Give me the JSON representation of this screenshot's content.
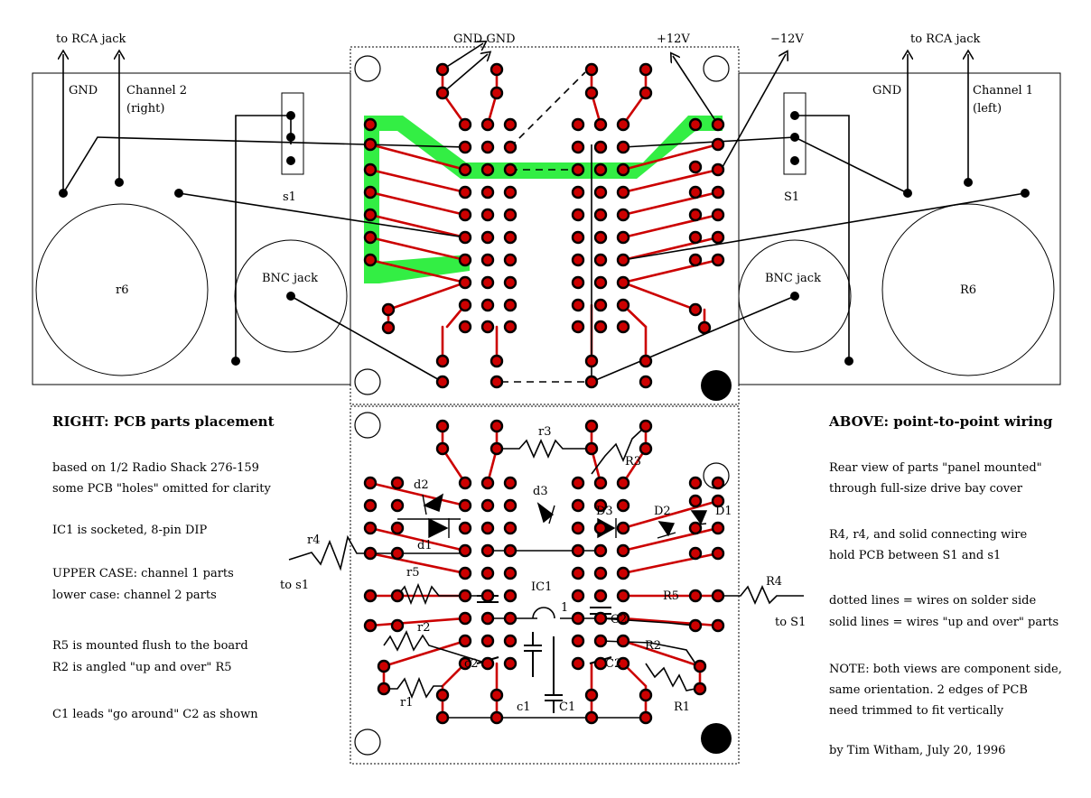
{
  "diagram": {
    "labels": {
      "to_rca_left": "to RCA jack",
      "to_rca_right": "to RCA jack",
      "gnd_left": "GND",
      "channel2": "Channel 2",
      "channel2_sub": "(right)",
      "gnd_right": "GND",
      "channel1": "Channel 1",
      "channel1_sub": "(left)",
      "gnd_gnd": "GND GND",
      "plus12": "+12V",
      "minus12": "−12V",
      "s1_lower": "s1",
      "s1_upper": "S1",
      "r6_lower": "r6",
      "r6_upper": "R6",
      "bnc_left": "BNC jack",
      "bnc_right": "BNC jack",
      "r3_lower": "r3",
      "r3_upper": "R3",
      "d2_lower": "d2",
      "d1_lower": "d1",
      "d3_lower": "d3",
      "d3_upper": "D3",
      "d2_upper": "D2",
      "d1_upper": "D1",
      "r4_lower": "r4",
      "to_s1_lower": "to s1",
      "r5_lower": "r5",
      "ic1": "IC1",
      "pin1": "1",
      "r5_upper": "R5",
      "c2_upper": "C2",
      "r2_lower": "r2",
      "r2_upper": "R2",
      "c2_lower": "c2",
      "cc2": "C2",
      "c1_lower": "c1",
      "c1_upper": "C1",
      "r1_lower": "r1",
      "r1_upper": "R1",
      "r4_upper": "R4",
      "to_s1_upper": "to S1"
    },
    "left_notes": {
      "heading": "RIGHT: PCB parts placement",
      "lines": [
        "based on 1/2 Radio Shack 276-159",
        "some PCB \"holes\" omitted for clarity",
        "IC1 is socketed, 8-pin DIP",
        "UPPER CASE: channel 1 parts",
        "lower case: channel 2 parts",
        "R5 is mounted flush to the board",
        "R2 is angled \"up and over\" R5",
        "C1 leads \"go around\" C2 as shown"
      ]
    },
    "right_notes": {
      "heading": "ABOVE: point-to-point wiring",
      "lines": [
        "Rear view of parts \"panel mounted\"",
        "through full-size drive bay cover",
        "R4, r4, and solid connecting wire",
        "hold PCB between S1 and s1",
        "dotted lines = wires on solder side",
        "solid lines = wires \"up and over\" parts",
        "NOTE: both views are component side,",
        "same orientation.  2 edges of PCB",
        "need trimmed to fit vertically",
        "by Tim Witham, July 20, 1996"
      ]
    },
    "colors": {
      "pad_fill": "#cc0000",
      "pad_ring": "#000000",
      "trace": "#cc0000",
      "ground_highlight": "#33ee44",
      "wire": "#000000"
    }
  }
}
